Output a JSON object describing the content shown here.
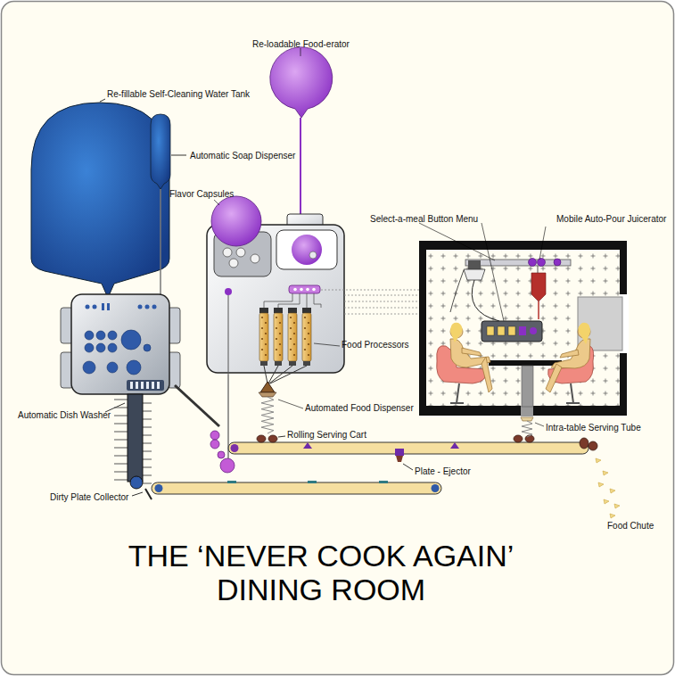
{
  "diagram": {
    "title": "THE ‘NEVER COOK AGAIN’ DINING ROOM",
    "labels": [
      "Re-loadable Food-erator",
      "Re-fillable Self-Cleaning Water Tank",
      "Automatic Soap Dispenser",
      "Flavor Capsules",
      "Select-a-meal Button Menu",
      "Mobile Auto-Pour Juicerator",
      "Food Processors",
      "Automatic Dish Washer",
      "Automated Food Dispenser",
      "Rolling Serving Cart",
      "Intra-table Serving Tube",
      "Plate - Ejector",
      "Dirty Plate Collector",
      "Food Chute"
    ]
  }
}
